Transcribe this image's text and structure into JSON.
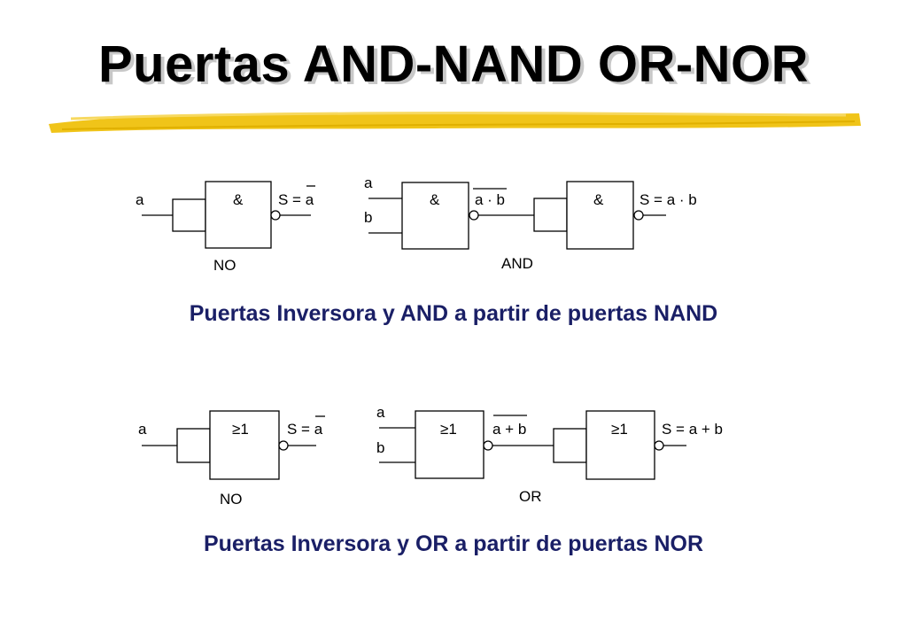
{
  "title": "Puertas AND-NAND OR-NOR",
  "colors": {
    "title_shadow": "#c8c8c8",
    "underline": "#f0c419",
    "caption": "#1a1f66"
  },
  "nand_section": {
    "caption": "Puertas Inversora y AND a partir de puertas NAND",
    "not_circuit": {
      "input": "a",
      "gate_symbol": "&",
      "output_prefix": "S = ",
      "output_var": "a",
      "name": "NO"
    },
    "and_circuit": {
      "input_a": "a",
      "input_b": "b",
      "gate1_symbol": "&",
      "intermediate": "a · b",
      "gate2_symbol": "&",
      "output": "S = a · b",
      "name": "AND"
    }
  },
  "nor_section": {
    "caption": "Puertas Inversora y OR a partir de puertas NOR",
    "not_circuit": {
      "input": "a",
      "gate_symbol": "≥1",
      "output_prefix": "S = ",
      "output_var": "a",
      "name": "NO"
    },
    "or_circuit": {
      "input_a": "a",
      "input_b": "b",
      "gate1_symbol": "≥1",
      "intermediate": "a + b",
      "gate2_symbol": "≥1",
      "output": "S = a + b",
      "name": "OR"
    }
  }
}
